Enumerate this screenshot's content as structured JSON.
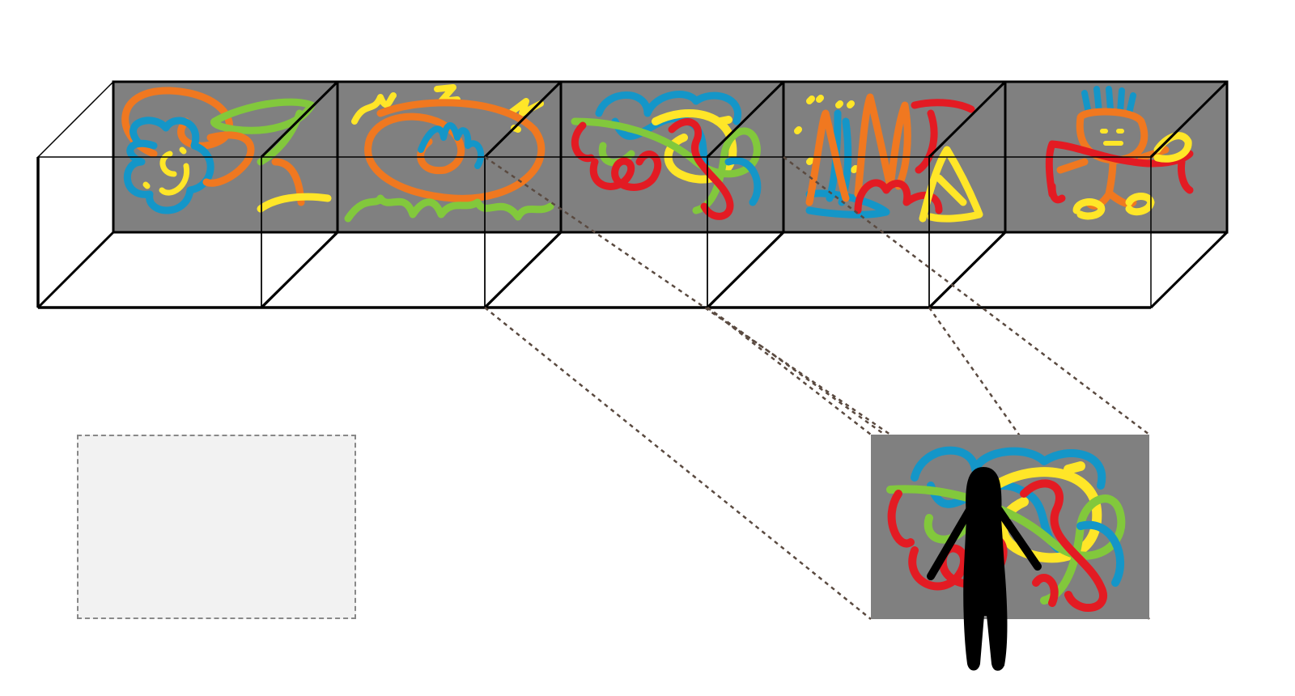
{
  "colors": {
    "background": "#ffffff",
    "painting_ground": "#808080",
    "edge": "#000000",
    "projection": "#5a4a40",
    "placeholder_fill": "#f2f2f2",
    "placeholder_border": "#888888",
    "viewer": "#000000",
    "stroke_orange": "#f07820",
    "stroke_blue": "#1496c8",
    "stroke_yellow": "#ffe628",
    "stroke_green": "#82c83c",
    "stroke_red": "#e31b23"
  },
  "diagram": {
    "box_count": 5,
    "paintings": [
      {
        "name": "painting-1-flower-scribble"
      },
      {
        "name": "painting-2-zigzag-scribble"
      },
      {
        "name": "painting-3-tangle-scribble"
      },
      {
        "name": "painting-4-vertical-scribble"
      },
      {
        "name": "painting-5-figure-scribble"
      }
    ],
    "enlarged_view": {
      "source_painting": 3,
      "has_viewer": true
    },
    "empty_frame": true
  }
}
